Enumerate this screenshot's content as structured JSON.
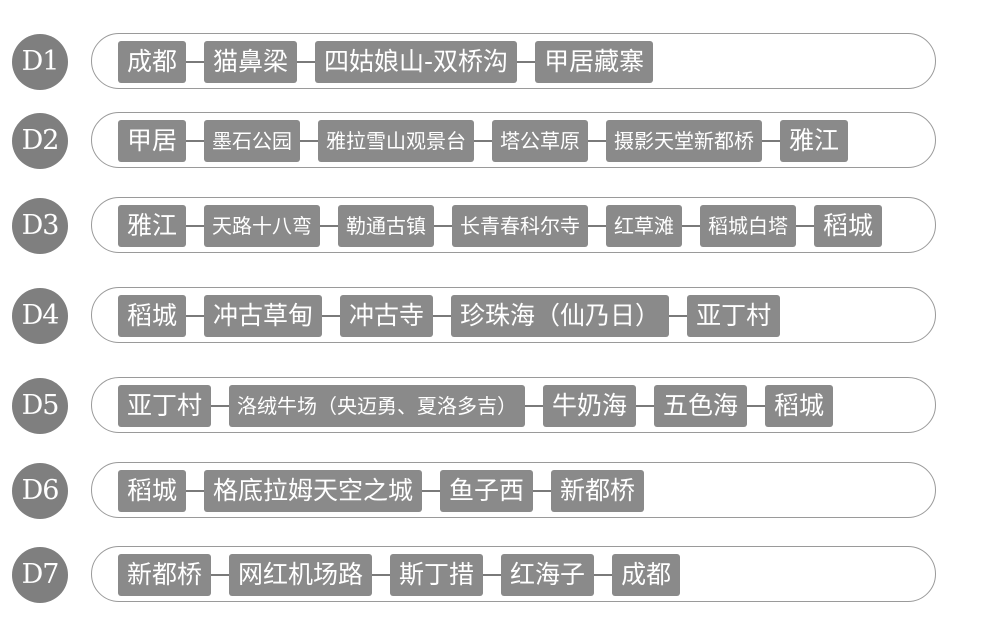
{
  "days": [
    {
      "label": "D1",
      "stops": [
        "成都",
        "猫鼻梁",
        "四姑娘山-双桥沟",
        "甲居藏寨"
      ]
    },
    {
      "label": "D2",
      "stops": [
        "甲居",
        "墨石公园",
        "雅拉雪山观景台",
        "塔公草原",
        "摄影天堂新都桥",
        "雅江"
      ]
    },
    {
      "label": "D3",
      "stops": [
        "雅江",
        "天路十八弯",
        "勒通古镇",
        "长青春科尔寺",
        "红草滩",
        "稻城白塔",
        "稻城"
      ]
    },
    {
      "label": "D4",
      "stops": [
        "稻城",
        "冲古草甸",
        "冲古寺",
        "珍珠海（仙乃日）",
        "亚丁村"
      ]
    },
    {
      "label": "D5",
      "stops": [
        "亚丁村",
        "洛绒牛场（央迈勇、夏洛多吉）",
        "牛奶海",
        "五色海",
        "稻城"
      ]
    },
    {
      "label": "D6",
      "stops": [
        "稻城",
        "格底拉姆天空之城",
        "鱼子西",
        "新都桥"
      ]
    },
    {
      "label": "D7",
      "stops": [
        "新都桥",
        "网红机场路",
        "斯丁措",
        "红海子",
        "成都"
      ]
    }
  ],
  "colors": {
    "badge": "#7f7f7f",
    "stop": "#8a8a8a",
    "text": "#ffffff",
    "track_border": "#9a9a9a"
  }
}
